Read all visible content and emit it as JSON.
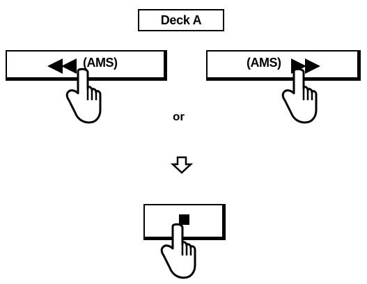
{
  "deck": {
    "label": "Deck A"
  },
  "rewind_button": {
    "label": "(AMS)"
  },
  "forward_button": {
    "label": "(AMS)"
  },
  "connector": {
    "label": "or"
  },
  "flow": {
    "arrow": "down-arrow-icon"
  },
  "stop_button": {
    "icon": "stop-icon"
  }
}
